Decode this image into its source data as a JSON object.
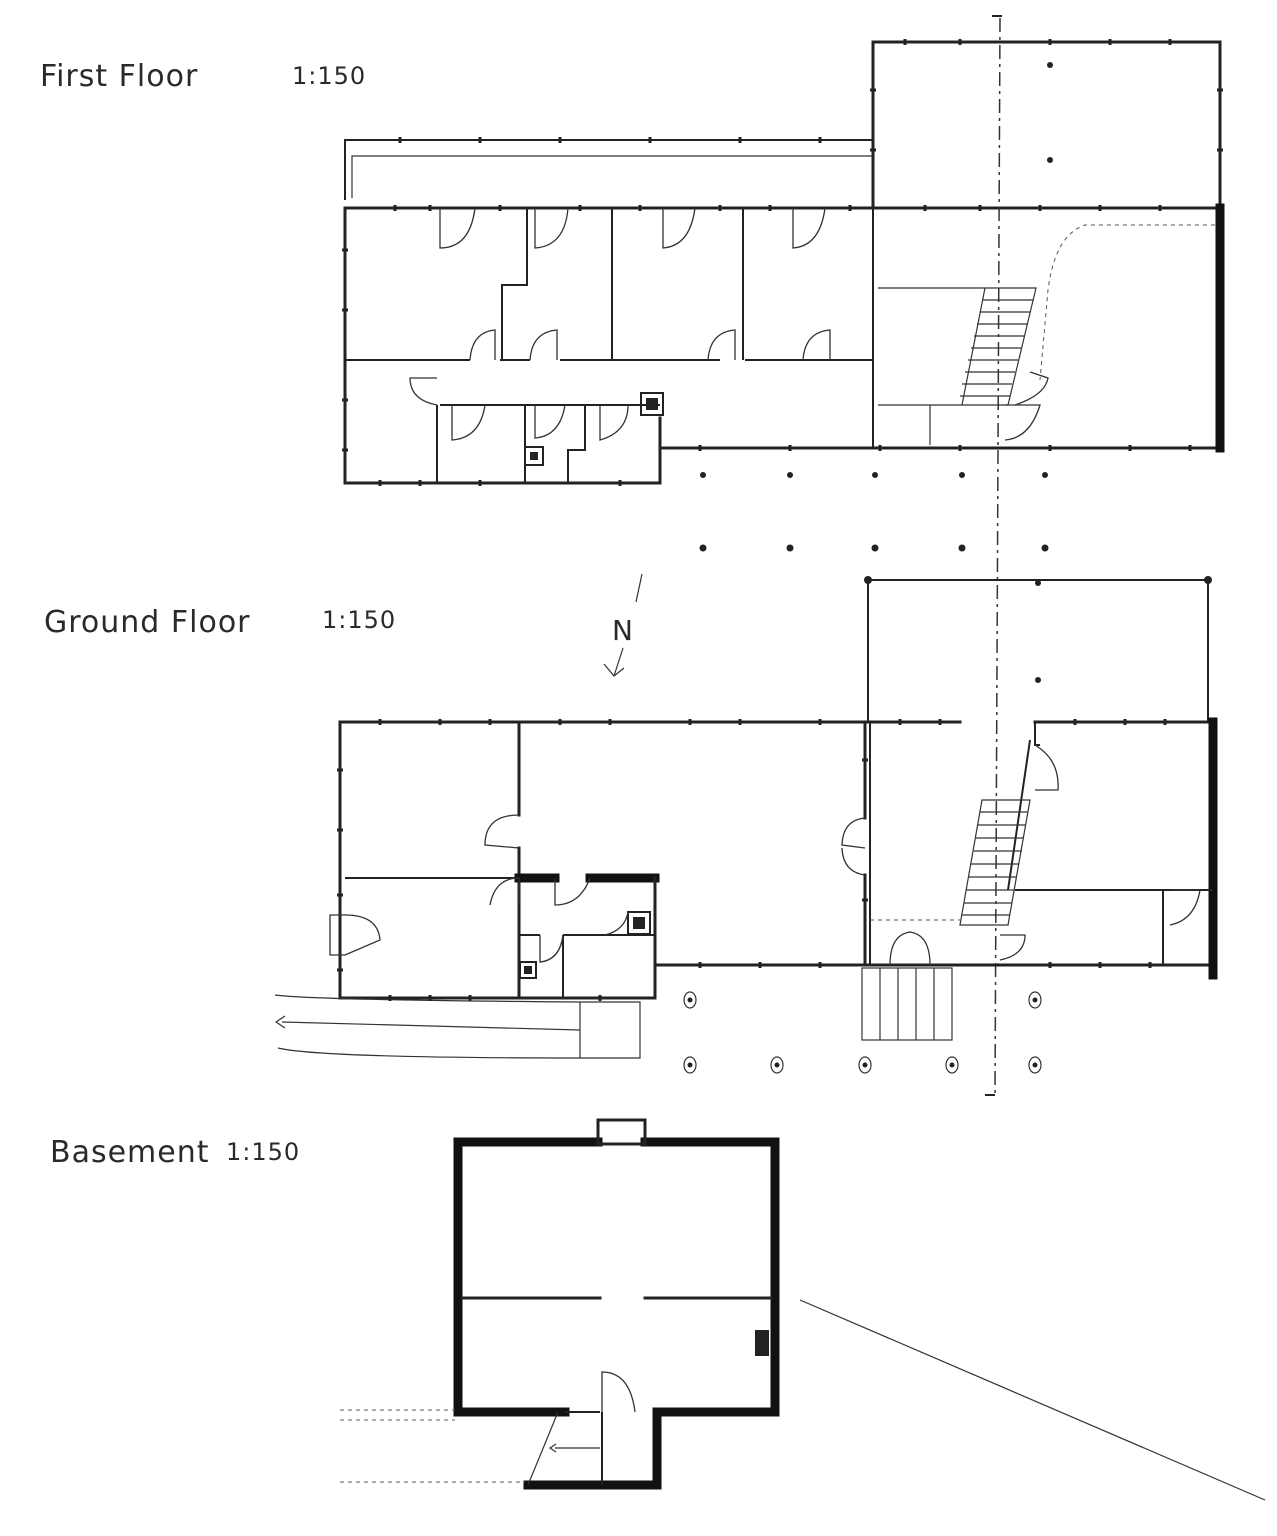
{
  "drawing": {
    "first_floor": {
      "title": "First Floor",
      "scale": "1:150"
    },
    "ground_floor": {
      "title": "Ground Floor",
      "scale": "1:150"
    },
    "basement": {
      "title": "Basement",
      "scale": "1:150"
    },
    "north_arrow": {
      "label": "N"
    }
  },
  "colors": {
    "ink": "#222222",
    "paper": "#ffffff"
  }
}
